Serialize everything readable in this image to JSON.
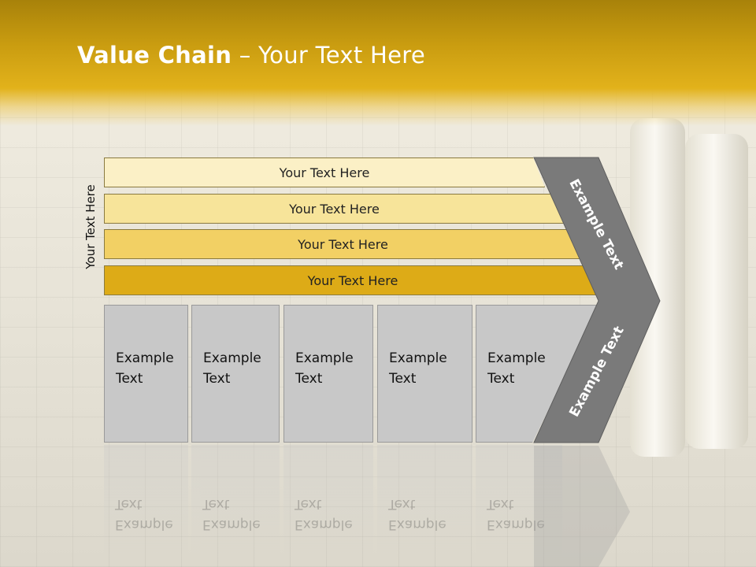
{
  "title": {
    "bold": "Value Chain",
    "rest": " – Your Text Here"
  },
  "side_label": "Your Text Here",
  "bars": [
    {
      "label": "Your Text Here",
      "color": "#fbf0c6"
    },
    {
      "label": "Your Text Here",
      "color": "#f7e49a"
    },
    {
      "label": "Your Text Here",
      "color": "#f2d064"
    },
    {
      "label": "Your Text Here",
      "color": "#ddab17"
    }
  ],
  "boxes": [
    {
      "line1": "Example",
      "line2": "Text"
    },
    {
      "line1": "Example",
      "line2": "Text"
    },
    {
      "line1": "Example",
      "line2": "Text"
    },
    {
      "line1": "Example",
      "line2": "Text"
    },
    {
      "line1": "Example",
      "line2": "Text"
    }
  ],
  "arrow": {
    "upper_label": "Example Text",
    "lower_label": "Example Text",
    "color": "#7a7a7a"
  }
}
